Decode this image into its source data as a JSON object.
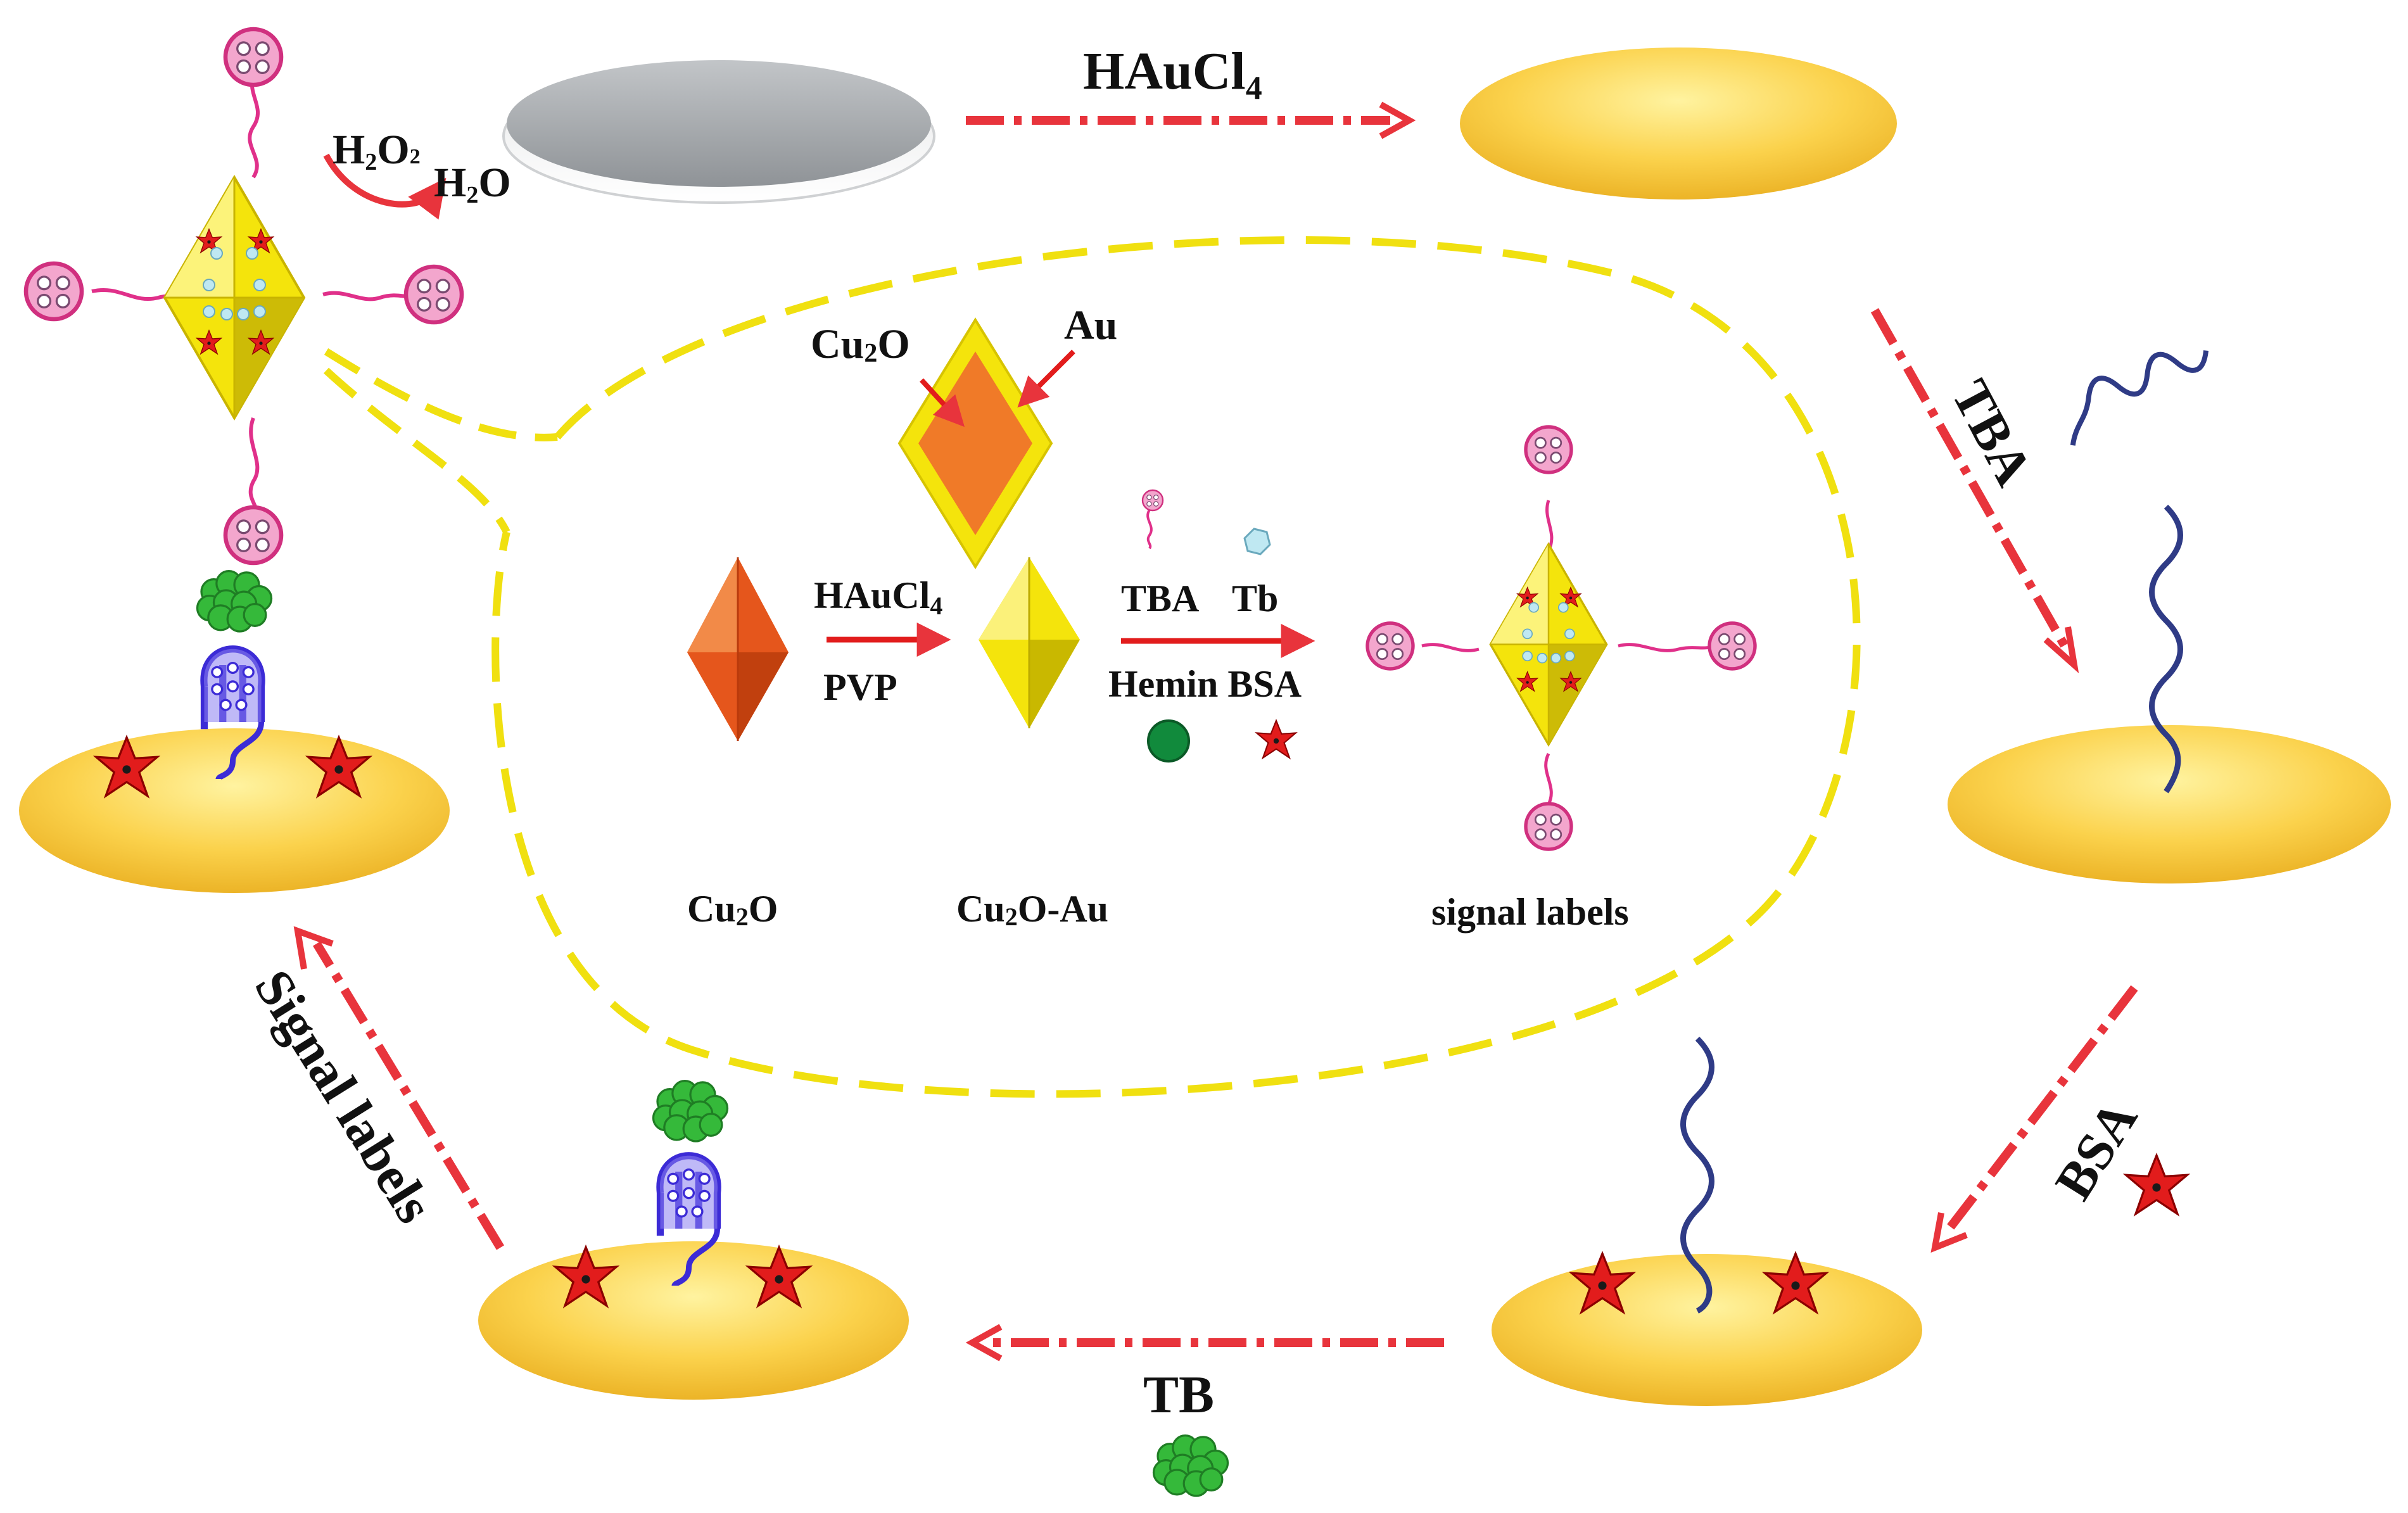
{
  "steps": {
    "step1": {
      "label": "HAuCl",
      "sub": "4"
    },
    "step2": {
      "label": "TBA"
    },
    "step3": {
      "label": "BSA"
    },
    "step4": {
      "label": "TB"
    },
    "step5": {
      "label": "Signal labels"
    }
  },
  "reaction": {
    "reactant": "H",
    "reactant_sub": "2",
    "reactant_mid": "O",
    "reactant_sub2": "2",
    "product": "H",
    "product_sub": "2",
    "product_tail": "O"
  },
  "inset": {
    "cu2o_callout": {
      "pre": "Cu",
      "sub": "2",
      "post": "O"
    },
    "au_callout": "Au",
    "arrow1_top": {
      "label": "HAuCl",
      "sub": "4"
    },
    "arrow1_bottom": "PVP",
    "arrow2_top_a": "TBA",
    "arrow2_top_b": "Tb",
    "arrow2_bottom": "Hemin BSA",
    "caption_cu2o": {
      "pre": "Cu",
      "sub": "2",
      "post": "O"
    },
    "caption_cu2o_au": {
      "pre": "Cu",
      "sub": "2",
      "post": "O-Au"
    },
    "caption_signal": "signal labels"
  },
  "colors": {
    "arrow_red": "#e8343c",
    "gold_fill": "#f9c93c",
    "gold_light": "#fde680",
    "gray_disc": "#a9adb0",
    "dashed_outline": "#f0e010",
    "dna_blue": "#2f3b86",
    "star_red": "#e21c1c",
    "cu2o_orange": "#e5561c",
    "cu2o_au_yellow": "#f4e40c",
    "tb_green": "#35b93a",
    "hemin_green": "#118a3c",
    "tba_pink": "#e0308a",
    "bsa_star": "#e21c1c"
  }
}
